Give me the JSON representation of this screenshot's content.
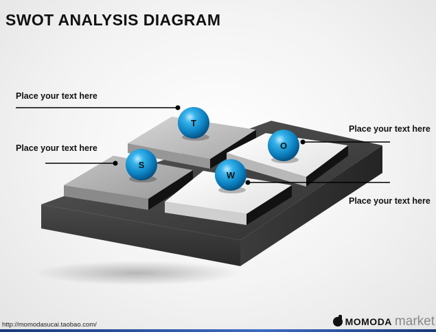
{
  "title": "SWOT ANALYSIS DIAGRAM",
  "labels": {
    "top_left": "Place your text here",
    "mid_left": "Place your text here",
    "top_right": "Place your text here",
    "bottom_right": "Place your text here"
  },
  "quadrants": {
    "s": "S",
    "w": "W",
    "o": "O",
    "t": "T"
  },
  "footer": {
    "url": "http://momodasucai.taobao.com/",
    "brand_bold": "MOMODA",
    "brand_light": "market"
  },
  "colors": {
    "sphere": "#1e9ad8",
    "base_dark": "#3a3a3a",
    "tile_white": "#f4f4f4",
    "tile_gray": "#bdbdbd",
    "footer_bar": "#2a56a8"
  }
}
